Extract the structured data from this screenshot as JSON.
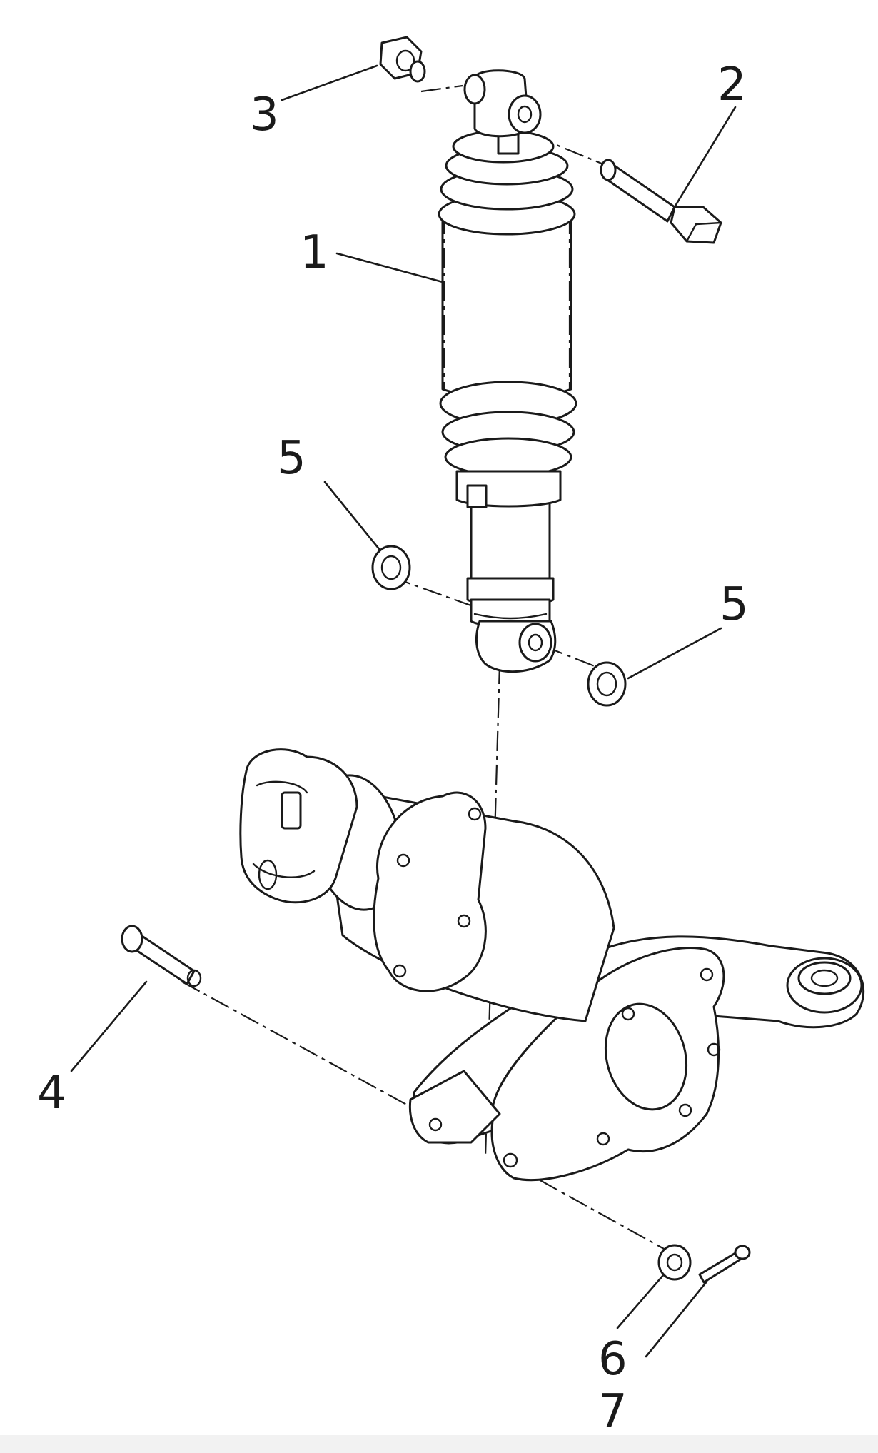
{
  "diagram": {
    "callouts": {
      "c1": "1",
      "c2": "2",
      "c3": "3",
      "c4": "4",
      "c5a": "5",
      "c5b": "5",
      "c6": "6",
      "c7": "7"
    },
    "colors": {
      "line": "#1a1a1a",
      "background": "#ffffff",
      "footer": "#f2f2f2"
    }
  }
}
